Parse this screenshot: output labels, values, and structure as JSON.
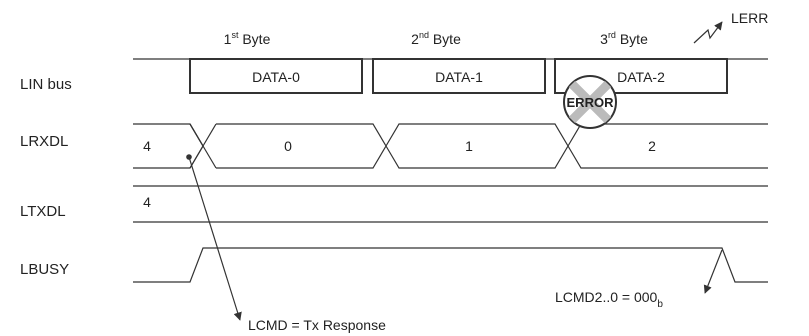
{
  "signals": {
    "lin_bus": "LIN bus",
    "lrxdl": "LRXDL",
    "ltxdl": "LTXDL",
    "lbusy": "LBUSY"
  },
  "bytes": {
    "b1": {
      "num": "1",
      "sup": "st",
      "word": " Byte"
    },
    "b2": {
      "num": "2",
      "sup": "nd",
      "word": " Byte"
    },
    "b3": {
      "num": "3",
      "sup": "rd",
      "word": " Byte"
    }
  },
  "data_frames": [
    "DATA-0",
    "DATA-1",
    "DATA-2"
  ],
  "lrxdl_values": [
    "4",
    "0",
    "1",
    "2"
  ],
  "ltxdl_value": "4",
  "error_label": "ERROR",
  "lerr_label": "LERR",
  "annotations": {
    "lcmd_start": "LCMD = Tx Response",
    "lcmd_end_main": "LCMD2..0 = 000",
    "lcmd_end_sub": "b"
  }
}
